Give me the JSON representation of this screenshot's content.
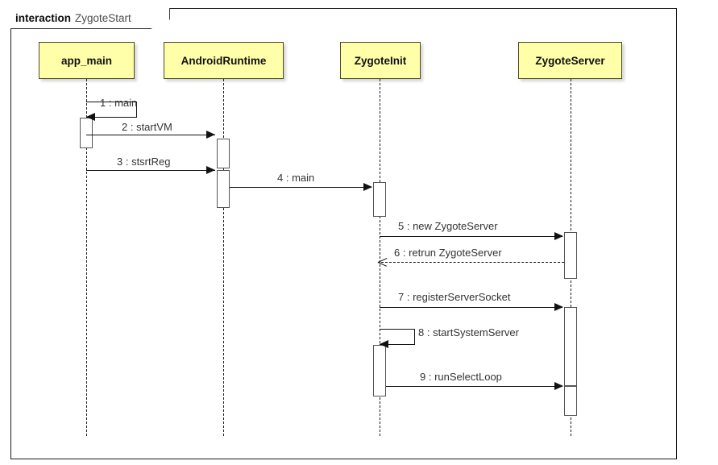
{
  "diagram": {
    "type": "uml-sequence-diagram",
    "frame": {
      "keyword": "interaction",
      "name": "ZygoteStart"
    },
    "colors": {
      "participant_fill": "#ffffaa",
      "participant_border": "#4a4a22",
      "line": "#111111",
      "activation_fill": "#ffffff",
      "activation_border": "#555555",
      "label_text": "#333333",
      "frame_border": "#1b1b1b",
      "background": "#ffffff"
    },
    "participants": [
      {
        "id": "app_main",
        "label": "app_main"
      },
      {
        "id": "androidruntime",
        "label": "AndroidRuntime"
      },
      {
        "id": "zygoteinit",
        "label": "ZygoteInit"
      },
      {
        "id": "zygoteserver",
        "label": "ZygoteServer"
      }
    ],
    "messages": [
      {
        "seq": "1",
        "name": "main",
        "label": "1 : main",
        "from": "app_main",
        "to": "app_main",
        "kind": "self",
        "style": "solid"
      },
      {
        "seq": "2",
        "name": "startVM",
        "label": "2 : startVM",
        "from": "app_main",
        "to": "androidruntime",
        "kind": "call",
        "style": "solid"
      },
      {
        "seq": "3",
        "name": "stsrtReg",
        "label": "3 : stsrtReg",
        "from": "app_main",
        "to": "androidruntime",
        "kind": "call",
        "style": "solid"
      },
      {
        "seq": "4",
        "name": "main",
        "label": "4 : main",
        "from": "androidruntime",
        "to": "zygoteinit",
        "kind": "call",
        "style": "solid"
      },
      {
        "seq": "5",
        "name": "new ZygoteServer",
        "label": "5 : new ZygoteServer",
        "from": "zygoteinit",
        "to": "zygoteserver",
        "kind": "call",
        "style": "solid"
      },
      {
        "seq": "6",
        "name": "retrun ZygoteServer",
        "label": "6 : retrun ZygoteServer",
        "from": "zygoteserver",
        "to": "zygoteinit",
        "kind": "return",
        "style": "dashed"
      },
      {
        "seq": "7",
        "name": "registerServerSocket",
        "label": "7 : registerServerSocket",
        "from": "zygoteinit",
        "to": "zygoteserver",
        "kind": "call",
        "style": "solid"
      },
      {
        "seq": "8",
        "name": "startSystemServer",
        "label": "8 : startSystemServer",
        "from": "zygoteinit",
        "to": "zygoteinit",
        "kind": "self",
        "style": "solid"
      },
      {
        "seq": "9",
        "name": "runSelectLoop",
        "label": "9 : runSelectLoop",
        "from": "zygoteinit",
        "to": "zygoteserver",
        "kind": "call",
        "style": "solid"
      }
    ]
  }
}
